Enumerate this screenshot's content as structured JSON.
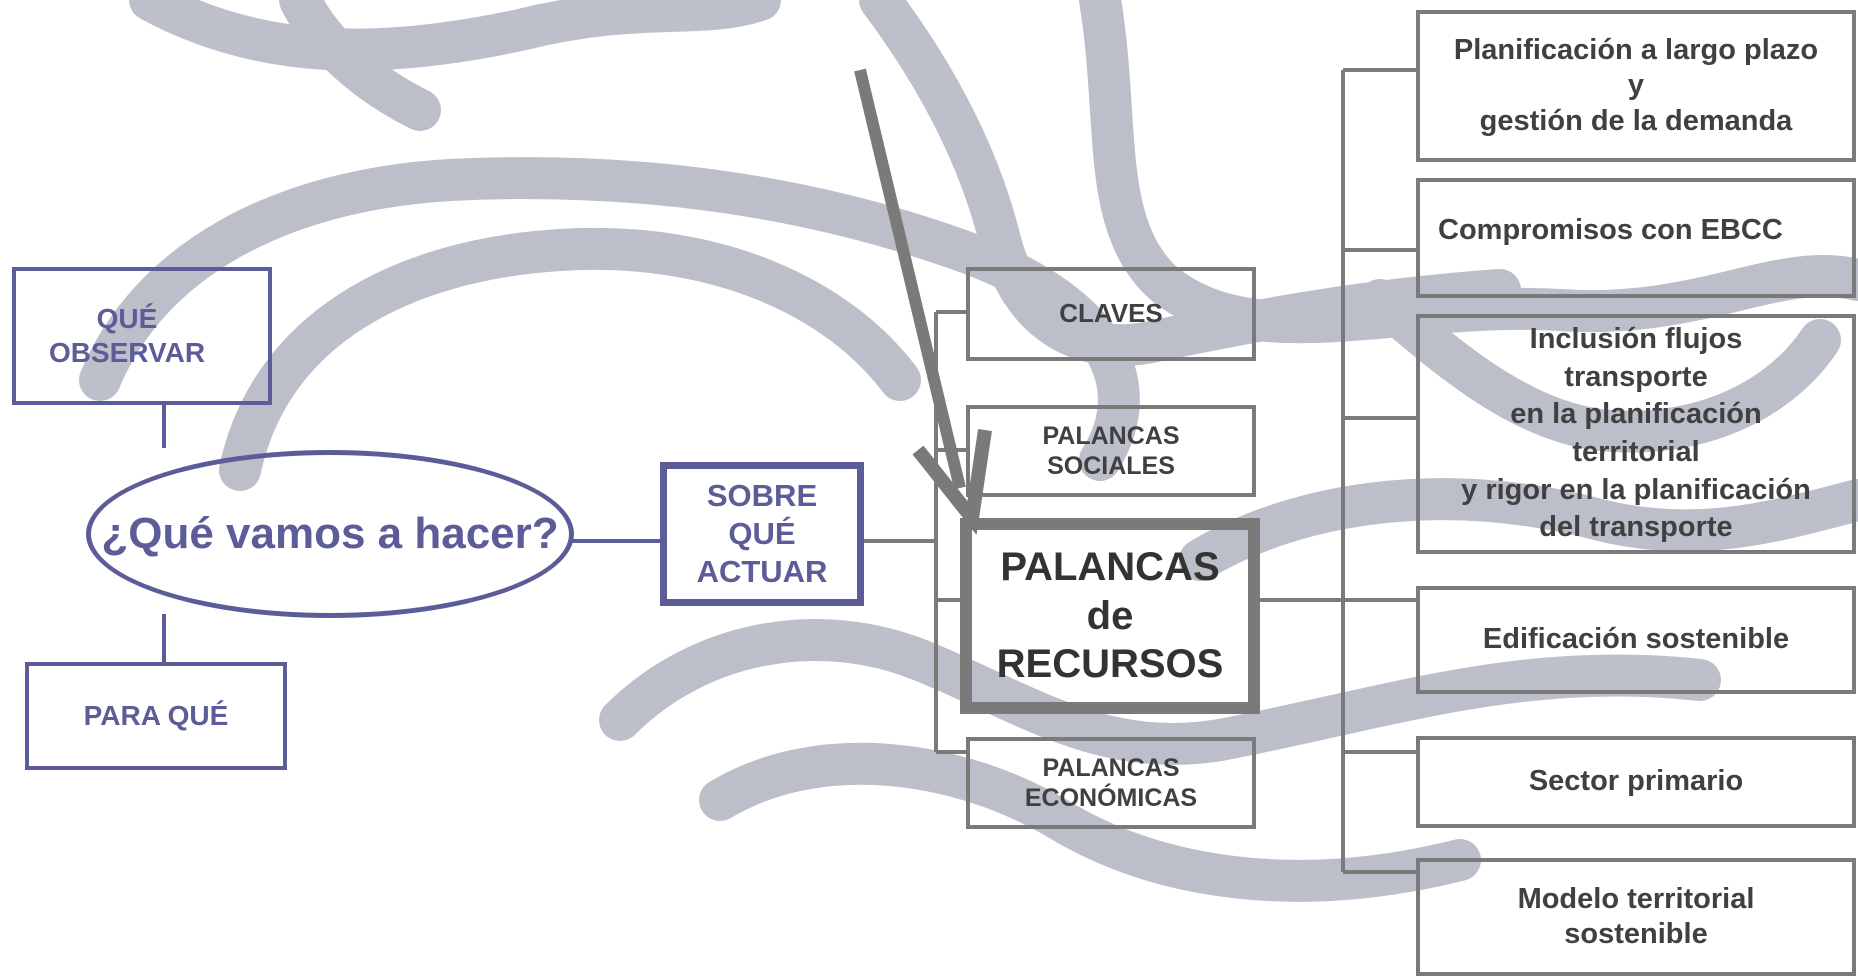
{
  "colors": {
    "accent": "#5c5c99",
    "box_border": "#7a7a7a",
    "text_dark": "#404040",
    "background_swirl": "#b9bcc8"
  },
  "left": {
    "que_observar": "QUÉ\nOBSERVAR",
    "central_question": "¿Qué vamos a hacer?",
    "para_que": "PARA QUÉ",
    "sobre_que_actuar": "SOBRE\nQUÉ\nACTUAR"
  },
  "middle": {
    "claves": "CLAVES",
    "palancas_sociales": "PALANCAS\nSOCIALES",
    "palancas_recursos": "PALANCAS\nde\nRECURSOS",
    "palancas_economicas": "PALANCAS\nECONÓMICAS"
  },
  "right": [
    {
      "label": "Planificación a largo plazo\ny\ngestión de la demanda"
    },
    {
      "label": "Compromisos con EBCC"
    },
    {
      "label": "Inclusión flujos\ntransporte\nen la planificación\nterritorial\ny rigor en la planificación\ndel transporte"
    },
    {
      "label": "Edificación sostenible"
    },
    {
      "label": "Sector primario"
    },
    {
      "label": "Modelo territorial\nsostenible"
    }
  ]
}
